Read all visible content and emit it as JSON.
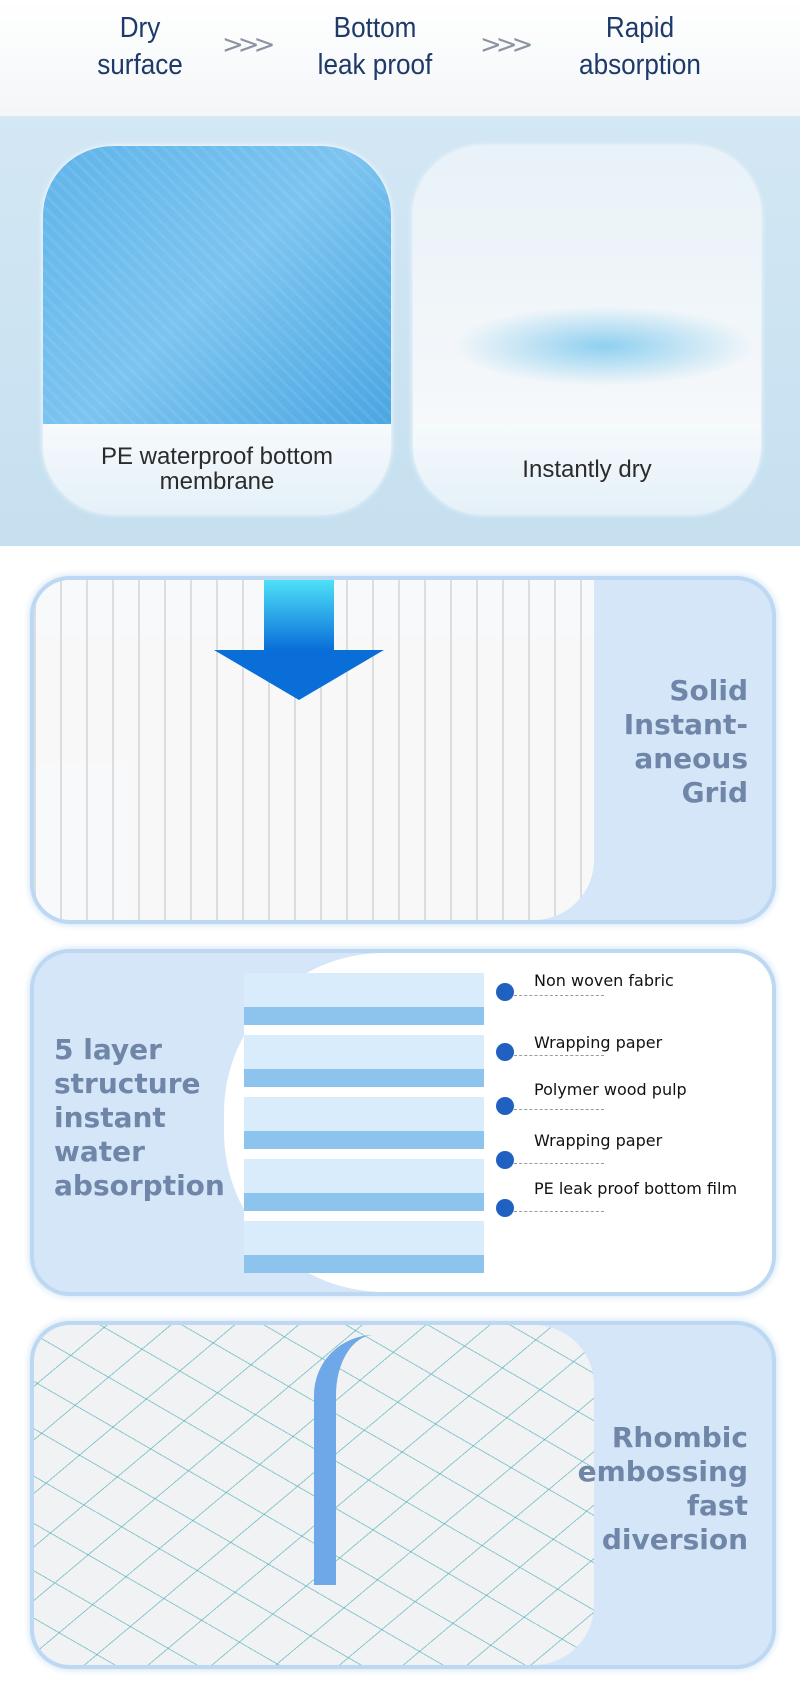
{
  "header": {
    "steps": [
      {
        "line1": "Dry",
        "line2": "surface"
      },
      {
        "line1": "Bottom",
        "line2": "leak proof"
      },
      {
        "line1": "Rapid",
        "line2": "absorption"
      }
    ],
    "separator": ">>>"
  },
  "cards": [
    {
      "caption_line1": "PE waterproof bottom",
      "caption_line2": "membrane"
    },
    {
      "caption": "Instantly dry"
    }
  ],
  "features": [
    {
      "lines": [
        "Solid",
        "Instant-",
        "aneous",
        "Grid"
      ]
    },
    {
      "lines": [
        "5 layer",
        "structure",
        "instant",
        "water",
        "absorption"
      ],
      "layers": [
        "Non woven fabric",
        "Wrapping paper",
        "Polymer wood pulp",
        "Wrapping paper",
        "PE leak proof bottom film"
      ]
    },
    {
      "lines": [
        "Rhombic",
        "embossing",
        "fast",
        "diversion"
      ]
    }
  ]
}
